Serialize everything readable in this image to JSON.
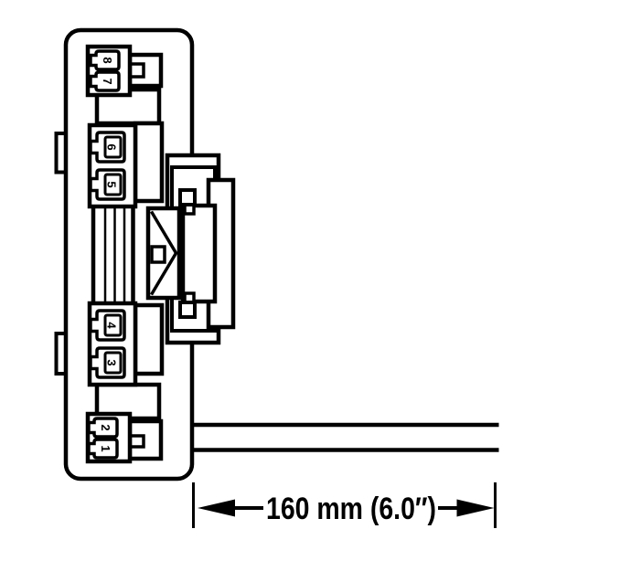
{
  "diagram": {
    "background_color": "#ffffff",
    "line_color": "#000000",
    "terminals": [
      {
        "label": "8"
      },
      {
        "label": "7"
      },
      {
        "label": "6"
      },
      {
        "label": "5"
      },
      {
        "label": "4"
      },
      {
        "label": "3"
      },
      {
        "label": "2"
      },
      {
        "label": "1"
      }
    ],
    "leads": {
      "count": 2
    },
    "dimension": {
      "label": "160 mm (6.0″)"
    }
  }
}
